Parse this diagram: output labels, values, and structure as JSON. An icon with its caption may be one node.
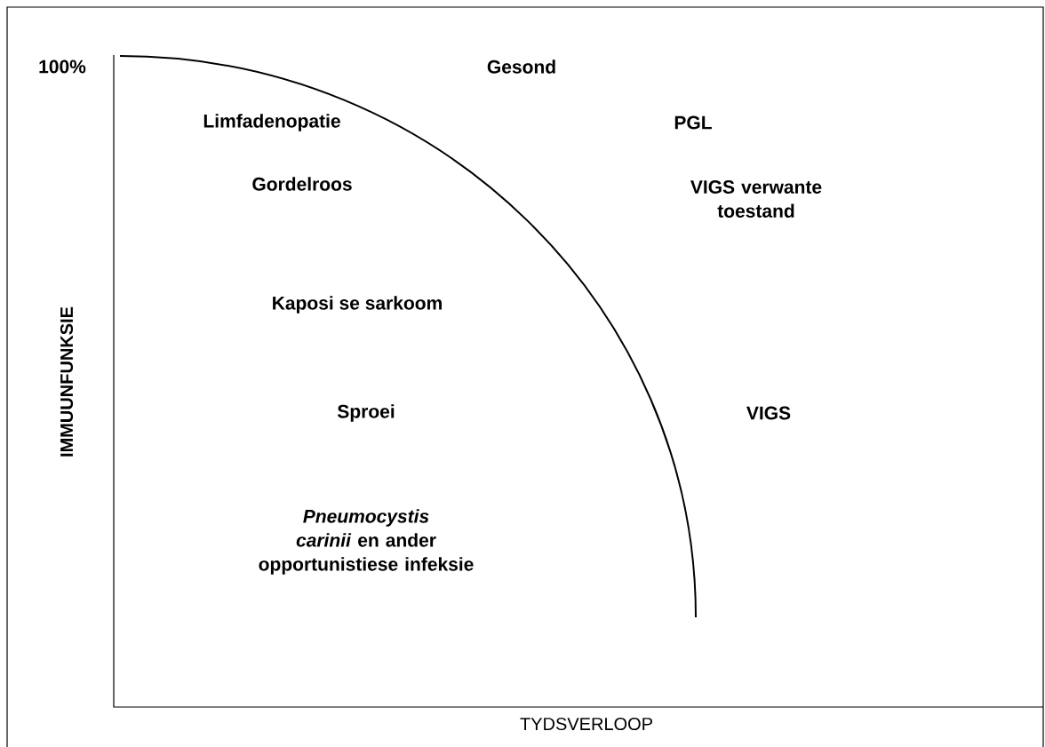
{
  "diagram": {
    "labels": [
      "100%",
      "Gesond",
      "IMMUUNFUNKSIE",
      "Limfadenopatie",
      "PGL",
      "Gordelroos",
      "VIGS verwante toestand",
      "Kaposi se sarkoom",
      "Sproei",
      "VIGS",
      "*Pneumocystis carinii* en ander opportunistiese infeksie",
      "TYDSVERLOOP"
    ]
  }
}
